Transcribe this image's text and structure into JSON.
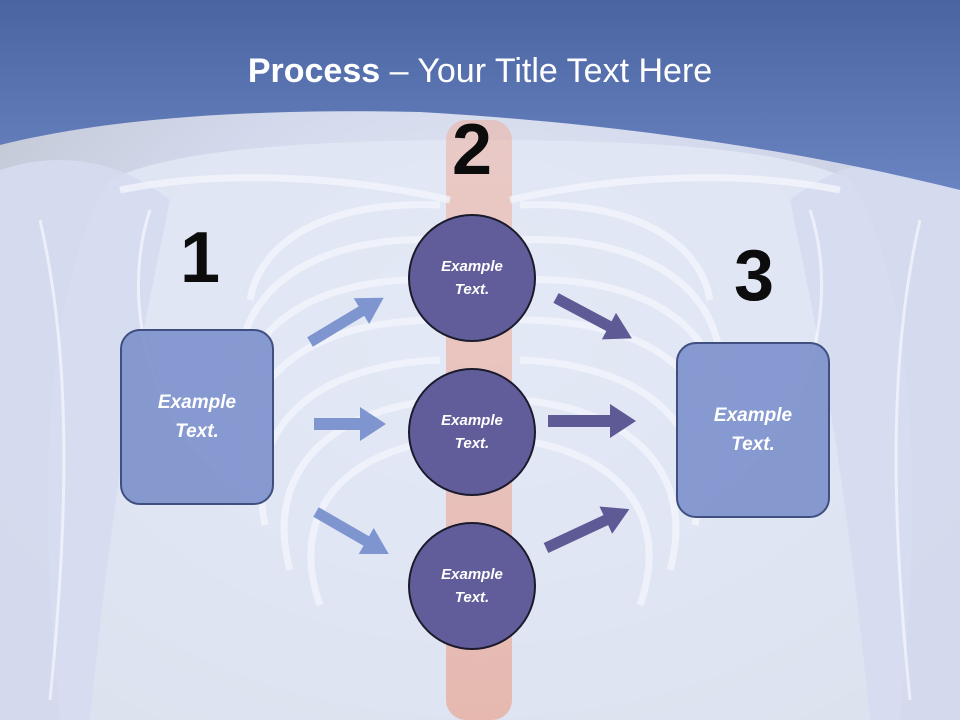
{
  "title": {
    "strong": "Process",
    "rest": " – Your Title Text Here"
  },
  "steps": [
    {
      "number": "1",
      "text_line1": "Example",
      "text_line2": "Text."
    },
    {
      "number": "2"
    },
    {
      "number": "3",
      "text_line1": "Example",
      "text_line2": "Text."
    }
  ],
  "circles": [
    {
      "line1": "Example",
      "line2": "Text."
    },
    {
      "line1": "Example",
      "line2": "Text."
    },
    {
      "line1": "Example",
      "line2": "Text."
    }
  ],
  "colors": {
    "header_blue": "#5f79b5",
    "box_fill": "#7e92cc",
    "circle_fill": "#615d9a",
    "left_arrow": "#7f95cf",
    "right_arrow": "#5e5a96"
  }
}
